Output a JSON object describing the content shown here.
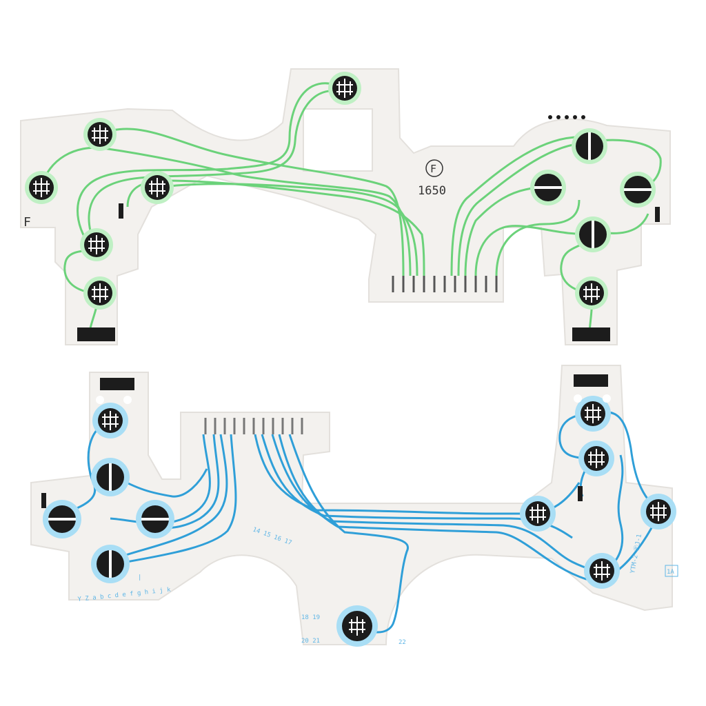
{
  "scene": "Two flexible membrane circuit ribbons for a game controller on a white background",
  "colors": {
    "background": "#ffffff",
    "film": "#f3f1ee",
    "green_trace": "#6bd27a",
    "green_fill": "#bff0c4",
    "blue_trace": "#2f9fd8",
    "blue_fill": "#a9def5",
    "contact_dark": "#1c1c1c"
  },
  "top_ribbon": {
    "trace_color": "green",
    "marking_F": "F",
    "logo_text": "F",
    "code_text": "1650"
  },
  "bottom_ribbon": {
    "trace_color": "blue",
    "pin_label_a": "14 15 16 17",
    "pin_label_b": "18 19",
    "pin_label_c": "20 21",
    "pin_label_d": "22",
    "letters_text": "Y Z  a b c d e f g  h i j k",
    "model_text": "YTM-2 ⓅJ-1",
    "box_text": "1A",
    "tick_text": "|"
  }
}
